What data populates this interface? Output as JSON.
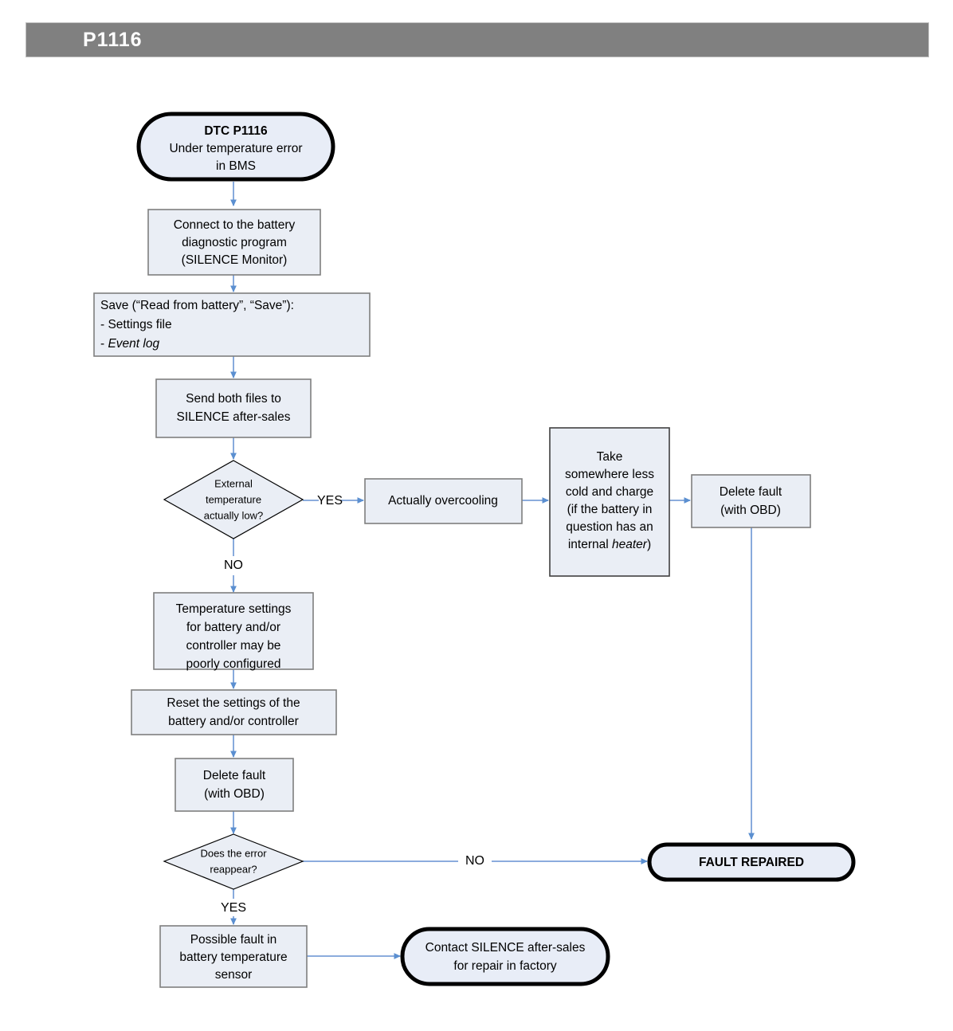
{
  "header": {
    "title": "P1116"
  },
  "chart_data": {
    "type": "diagram",
    "diagram_type": "flowchart",
    "title": "P1116",
    "nodes": [
      {
        "id": "start",
        "shape": "terminator",
        "text": "DTC P1116\nUnder temperature error\nin BMS"
      },
      {
        "id": "connect",
        "shape": "process",
        "text": "Connect to the battery\ndiagnostic program\n(SILENCE Monitor)"
      },
      {
        "id": "save",
        "shape": "process",
        "text": "Save (“Read from battery”, “Save”):\n- Settings file\n- Event log"
      },
      {
        "id": "send",
        "shape": "process",
        "text": "Send both files to\nSILENCE after-sales"
      },
      {
        "id": "dec1",
        "shape": "decision",
        "text": "External\ntemperature\nactually low?"
      },
      {
        "id": "overcooling",
        "shape": "process",
        "text": "Actually overcooling"
      },
      {
        "id": "take",
        "shape": "process",
        "text": "Take\nsomewhere less\ncold and charge\n(if the battery in\nquestion has an\ninternal heater)"
      },
      {
        "id": "delete_right",
        "shape": "process",
        "text": "Delete fault\n(with OBD)"
      },
      {
        "id": "tempsettings",
        "shape": "process",
        "text": "Temperature settings\nfor battery and/or\ncontroller may be\npoorly configured"
      },
      {
        "id": "reset",
        "shape": "process",
        "text": "Reset the settings of the\nbattery and/or controller"
      },
      {
        "id": "delete_left",
        "shape": "process",
        "text": "Delete fault\n(with OBD)"
      },
      {
        "id": "dec2",
        "shape": "decision",
        "text": "Does the error\nreappear?"
      },
      {
        "id": "repaired",
        "shape": "terminator",
        "text": "FAULT REPAIRED"
      },
      {
        "id": "sensor",
        "shape": "process",
        "text": "Possible fault in\nbattery temperature\nsensor"
      },
      {
        "id": "contact",
        "shape": "terminator",
        "text": "Contact SILENCE after-sales\nfor repair in factory"
      }
    ],
    "edges": [
      {
        "from": "start",
        "to": "connect",
        "label": ""
      },
      {
        "from": "connect",
        "to": "save",
        "label": ""
      },
      {
        "from": "save",
        "to": "send",
        "label": ""
      },
      {
        "from": "send",
        "to": "dec1",
        "label": ""
      },
      {
        "from": "dec1",
        "to": "overcooling",
        "label": "YES"
      },
      {
        "from": "dec1",
        "to": "tempsettings",
        "label": "NO"
      },
      {
        "from": "overcooling",
        "to": "take",
        "label": ""
      },
      {
        "from": "take",
        "to": "delete_right",
        "label": ""
      },
      {
        "from": "delete_right",
        "to": "repaired",
        "label": ""
      },
      {
        "from": "tempsettings",
        "to": "reset",
        "label": ""
      },
      {
        "from": "reset",
        "to": "delete_left",
        "label": ""
      },
      {
        "from": "delete_left",
        "to": "dec2",
        "label": ""
      },
      {
        "from": "dec2",
        "to": "repaired",
        "label": "NO"
      },
      {
        "from": "dec2",
        "to": "sensor",
        "label": "YES"
      },
      {
        "from": "sensor",
        "to": "contact",
        "label": ""
      }
    ],
    "colors": {
      "header_bar": "#808080",
      "header_text": "#ffffff",
      "node_fill": "#eaeef5",
      "node_border": "#7f7f7f",
      "terminator_border": "#000000",
      "connector": "#7ba1d8"
    }
  },
  "nodes": {
    "start": {
      "line1": "DTC P1116",
      "line2": "Under temperature error",
      "line3": "in BMS"
    },
    "connect": {
      "line1": "Connect to the battery",
      "line2": "diagnostic program",
      "line3": "(SILENCE Monitor)"
    },
    "save": {
      "line1": "Save (“Read from battery”, “Save”):",
      "line2": "- Settings file",
      "line3_prefix": "- ",
      "line3_italic": "Event log"
    },
    "send": {
      "line1": "Send both files to",
      "line2": "SILENCE after-sales"
    },
    "dec1": {
      "line1": "External",
      "line2": "temperature",
      "line3": "actually low?"
    },
    "overcooling": {
      "line1": "Actually overcooling"
    },
    "take": {
      "line1": "Take",
      "line2": "somewhere less",
      "line3": "cold and charge",
      "line4": "(if the battery in",
      "line5": "question has an",
      "line6_prefix": "internal ",
      "line6_italic": "heater",
      "line6_suffix": ")"
    },
    "delete_right": {
      "line1": "Delete fault",
      "line2": "(with OBD)"
    },
    "tempsettings": {
      "line1": "Temperature settings",
      "line2": "for battery and/or",
      "line3": "controller may be",
      "line4": "poorly configured"
    },
    "reset": {
      "line1": "Reset the settings of the",
      "line2": "battery and/or controller"
    },
    "delete_left": {
      "line1": "Delete fault",
      "line2": "(with OBD)"
    },
    "dec2": {
      "line1": "Does the error",
      "line2": "reappear?"
    },
    "repaired": {
      "line1": "FAULT REPAIRED"
    },
    "sensor": {
      "line1": "Possible fault in",
      "line2": "battery temperature",
      "line3": "sensor"
    },
    "contact": {
      "line1": "Contact SILENCE after-sales",
      "line2": "for repair in factory"
    }
  },
  "labels": {
    "yes1": "YES",
    "no1": "NO",
    "no2": "NO",
    "yes2": "YES"
  }
}
